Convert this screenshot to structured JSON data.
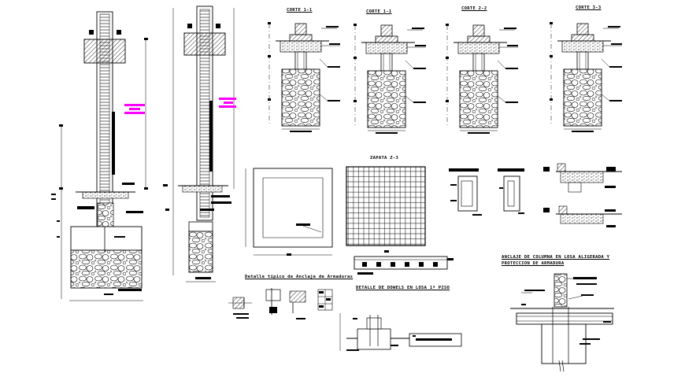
{
  "drawing": {
    "background": "#ffffff",
    "line_color": "#000000",
    "accent_magenta": "#ff00ff"
  },
  "sections": {
    "corte_1": "CORTE 1-1",
    "corte_2": "CORTE 1-1",
    "corte_3": "CORTE 2-2",
    "corte_4": "CORTE 3-3"
  },
  "zapata_title": "ZAPATA Z-3",
  "anclaje_title_line1": "ANCLAJE DE COLUMNA EN LOSA ALIGERADA Y",
  "anclaje_title_line2": "PROTECCION DE ARMADURA",
  "detalle_anclaje": "Detalle típico de Anclaje de Armaduras",
  "detalle_dowels": "DETALLE DE DOWELS EN LOSA 1º PISO"
}
